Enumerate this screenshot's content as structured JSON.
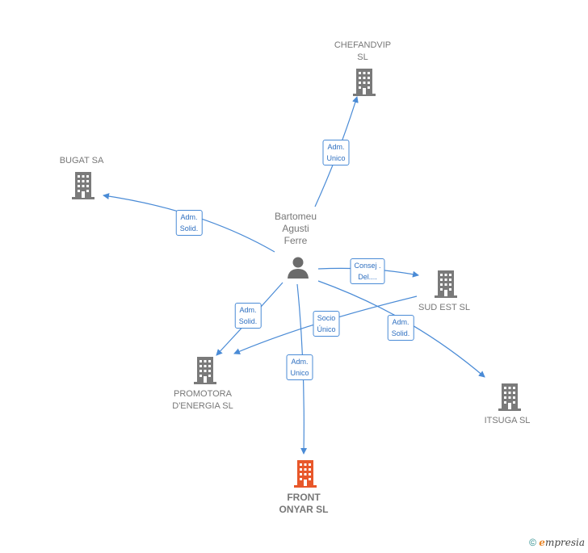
{
  "colors": {
    "edge": "#4a8bd6",
    "building": "#7a7a7a",
    "focus_building": "#e8572a",
    "person": "#6b6b6b"
  },
  "person": {
    "name": "Bartomeu\nAgusti\nFerre",
    "icon": "person-icon"
  },
  "companies": {
    "chefandvip": {
      "name": "CHEFANDVIP\nSL",
      "icon": "building-icon"
    },
    "bugat": {
      "name": "BUGAT SA",
      "icon": "building-icon"
    },
    "sud_est": {
      "name": "SUD EST SL",
      "icon": "building-icon"
    },
    "promotora": {
      "name": "PROMOTORA\nD'ENERGIA SL",
      "icon": "building-icon"
    },
    "itsuga": {
      "name": "ITSUGA SL",
      "icon": "building-icon"
    },
    "front_onyar": {
      "name": "FRONT\nONYAR  SL",
      "icon": "building-icon"
    }
  },
  "edges": {
    "to_chefandvip": "Adm.\nUnico",
    "to_bugat": "Adm.\nSolid.",
    "to_sud_est": "Consej .\nDel....",
    "to_promotora": "Adm.\nSolid.",
    "sud_est_to_promotora": "Socio\nÚnico",
    "to_itsuga": "Adm.\nSolid.",
    "to_front_onyar": "Adm.\nUnico"
  },
  "footer": {
    "copyright": "©",
    "brand_initial": "e",
    "brand_rest": "mpresia"
  }
}
